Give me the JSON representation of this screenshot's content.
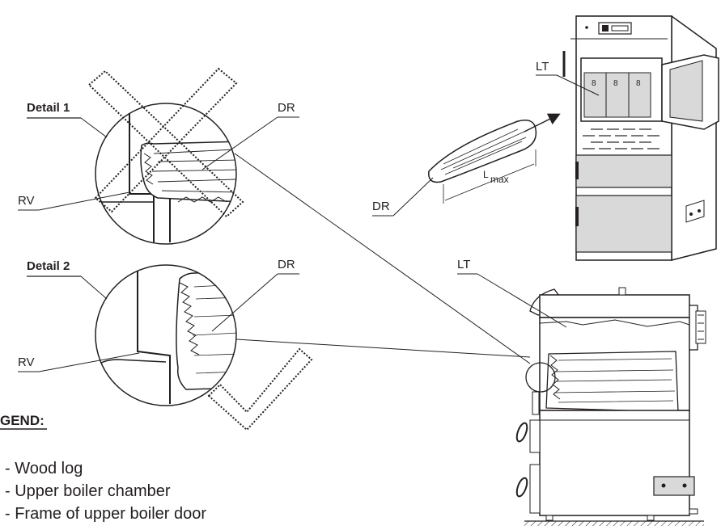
{
  "labels": {
    "detail1": "Detail 1",
    "detail2": "Detail 2",
    "dr": "DR",
    "rv": "RV",
    "lt": "LT",
    "lmax_main": "L",
    "lmax_sub": "max"
  },
  "legend": {
    "title": "GEND:",
    "items": [
      "- Wood log",
      "- Upper boiler chamber",
      "- Frame of upper boiler door"
    ]
  },
  "colors": {
    "line": "#231f20",
    "panel": "#d9d9d9",
    "wrong_mark": "#231f20",
    "right_mark": "#231f20"
  },
  "icons": [
    "wrong-cross-icon",
    "right-check-icon",
    "arrow-icon"
  ]
}
